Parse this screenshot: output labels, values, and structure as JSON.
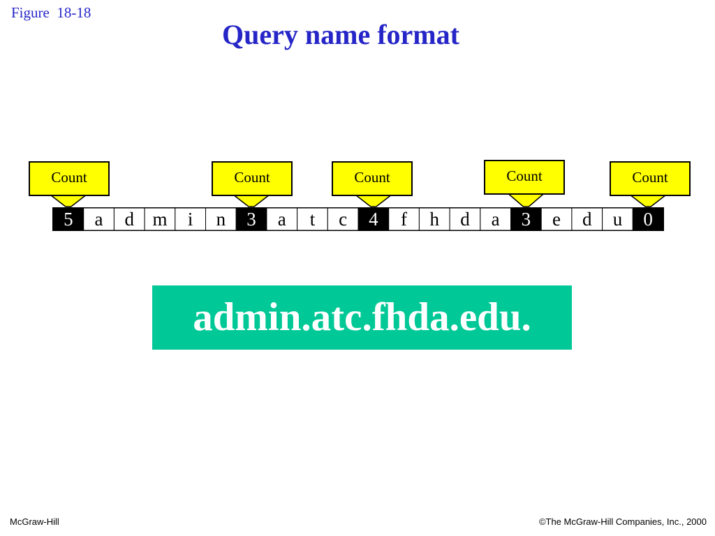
{
  "figure_label": "Figure  18-18",
  "title": "Query name format",
  "callout_label": "Count",
  "cells": [
    {
      "char": "5",
      "count": true
    },
    {
      "char": "a",
      "count": false
    },
    {
      "char": "d",
      "count": false
    },
    {
      "char": "m",
      "count": false
    },
    {
      "char": "i",
      "count": false
    },
    {
      "char": "n",
      "count": false
    },
    {
      "char": "3",
      "count": true
    },
    {
      "char": "a",
      "count": false
    },
    {
      "char": "t",
      "count": false
    },
    {
      "char": "c",
      "count": false
    },
    {
      "char": "4",
      "count": true
    },
    {
      "char": "f",
      "count": false
    },
    {
      "char": "h",
      "count": false
    },
    {
      "char": "d",
      "count": false
    },
    {
      "char": "a",
      "count": false
    },
    {
      "char": "3",
      "count": true
    },
    {
      "char": "e",
      "count": false
    },
    {
      "char": "d",
      "count": false
    },
    {
      "char": "u",
      "count": false
    },
    {
      "char": "0",
      "count": true
    }
  ],
  "domain_name": "admin.atc.fhda.edu.",
  "footer": {
    "left": "McGraw-Hill",
    "right": "©The McGraw-Hill Companies, Inc., 2000"
  },
  "colors": {
    "title": "#2626c8",
    "callout_fill": "#ffff00",
    "count_cell": "#000000",
    "domain_box": "#00c896"
  }
}
